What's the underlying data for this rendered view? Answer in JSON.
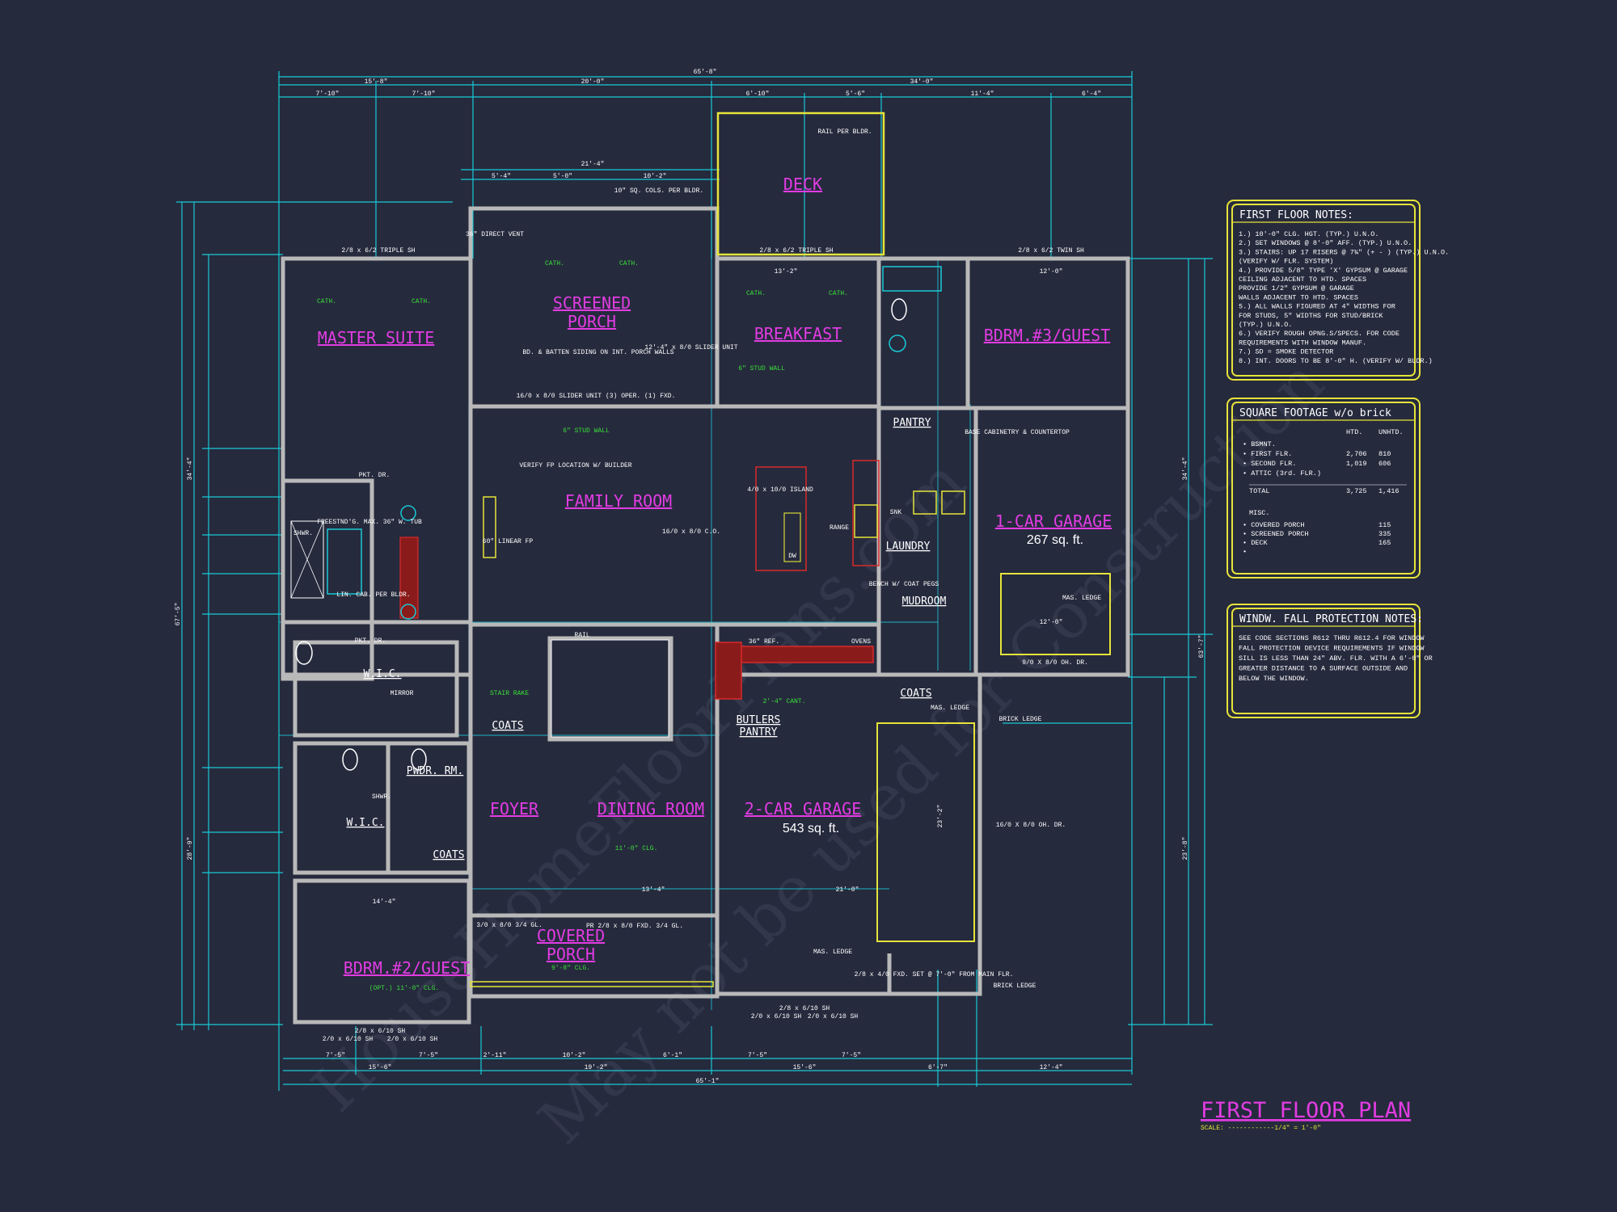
{
  "title": "FIRST FLOOR PLAN",
  "scale_label": "SCALE: ------------1/4\" = 1'-0\"",
  "watermark_1": "HouseHomeFloorPlans.com",
  "watermark_2": "May not be used for Construction",
  "rooms": {
    "master_suite": "MASTER SUITE",
    "screened_porch_1": "SCREENED",
    "screened_porch_2": "PORCH",
    "deck": "DECK",
    "breakfast": "BREAKFAST",
    "bdrm3": "BDRM.#3/GUEST",
    "family_room": "FAMILY ROOM",
    "garage1": "1-CAR GARAGE",
    "garage1_area": "267 sq. ft.",
    "garage2": "2-CAR GARAGE",
    "garage2_area": "543 sq. ft.",
    "foyer": "FOYER",
    "dining_room": "DINING ROOM",
    "covered_porch_1": "COVERED",
    "covered_porch_2": "PORCH",
    "bdrm2": "BDRM.#2/GUEST",
    "pantry": "PANTRY",
    "laundry": "LAUNDRY",
    "mudroom": "MUDROOM",
    "wic_1": "W.I.C.",
    "wic_2": "W.I.C.",
    "pwdr_rm": "PWDR. RM.",
    "coats_1": "COATS",
    "coats_2": "COATS",
    "coats_3": "COATS",
    "butlers_pantry_1": "BUTLERS",
    "butlers_pantry_2": "PANTRY"
  },
  "labels": {
    "rail_per_bldr": "RAIL PER BLDR.",
    "direct_vent": "36\" DIRECT VENT",
    "sq_cols": "10\" SQ. COLS. PER BLDR.",
    "triple_sh_1": "2/8 x 6/2 TRIPLE SH",
    "triple_sh_2": "2/8 x 6/2 TRIPLE SH",
    "twin_sh": "2/8 x 6/2 TWIN SH",
    "batten": "BD. & BATTEN SIDING ON INT. PORCH WALLS",
    "slider_unit": "16/0 x 8/0 SLIDER UNIT (3) OPER. (1) FXD.",
    "slider_8": "12'-4\" x 8/0 SLIDER UNIT",
    "stud_wall_1": "6\" STUD WALL",
    "stud_wall_2": "6\" STUD WALL",
    "verify_fp": "VERIFY FP LOCATION W/ BUILDER",
    "linear_fp": "60\" LINEAR FP",
    "island": "4/0 x 10/0 ISLAND",
    "range": "RANGE",
    "dw": "DW",
    "sink": "SNK",
    "base_cab": "BASE CABINETRY & COUNTERTOP",
    "bench": "BENCH W/ COAT PEGS",
    "ovens": "OVENS",
    "ref": "36\" REF.",
    "cant": "2'-4\" CANT.",
    "rail": "RAIL",
    "stair_rake": "STAIR RAKE",
    "mas_ledge_1": "MAS. LEDGE",
    "mas_ledge_2": "MAS. LEDGE",
    "mas_ledge_3": "MAS. LEDGE",
    "brick_ledge_1": "BRICK LEDGE",
    "brick_ledge_2": "BRICK LEDGE",
    "oh_dr_1": "9/0 X 8/0 OH. DR.",
    "oh_dr_2": "16/0 X 8/0 OH. DR.",
    "freestanding_tub": "FREESTND'G. MAX. 36\" W. TUB",
    "lin_cab": "LIN. CAB. PER BLDR.",
    "mirror": "MIRROR",
    "shwr_1": "SHWR.",
    "shwr_2": "SHWR.",
    "pkt_dr_1": "PKT. DR.",
    "pkt_dr_2": "PKT. DR.",
    "fxd_win": "2/8 x 4/0 FXD. SET @ 7'-0\" FROM MAIN FLR.",
    "porch_clg": "9'-8\" CLG.",
    "dining_clg": "11'-0\" CLG.",
    "bdrm2_clg": "(OPT.) 11'-0\" CLG.",
    "cath_1": "CATH.",
    "cath_2": "CATH.",
    "cath_3": "CATH.",
    "cath_4": "CATH.",
    "cath_5": "CATH.",
    "cath_6": "CATH.",
    "pr_fxd": "PR 2/8 x 8/0 FXD. 3/4 GL.",
    "door_3068": "3/0 x 8/0 3/4 GL.",
    "sh_1": "2/0 x 6/10 SH",
    "sh_2": "2/8 x 6/10 SH",
    "sh_3": "2/0 x 6/10 SH",
    "sh_4": "2/0 x 6/10 SH",
    "sh_5": "2/8 x 6/10 SH",
    "sh_6": "2/0 x 6/10 SH"
  },
  "dimensions": {
    "overall_top": "65'-8\"",
    "top_a": "15'-8\"",
    "top_b": "20'-0\"",
    "top_c": "34'-0\"",
    "top_d": "7'-10\"",
    "top_e": "7'-10\"",
    "top_f": "6'-10\"",
    "top_g": "5'-6\"",
    "top_h": "11'-4\"",
    "top_i": "6'-4\"",
    "porch_w": "21'-4\"",
    "porch_a": "5'-4\"",
    "porch_b": "5'-0\"",
    "porch_c": "10'-2\"",
    "overall_bottom": "65'-1\"",
    "bot_a": "15'-6\"",
    "bot_b": "19'-2\"",
    "bot_c": "15'-6\"",
    "bot_d": "6'-7\"",
    "bot_e": "12'-4\"",
    "bot_f": "7'-5\"",
    "bot_g": "7'-5\"",
    "bot_h": "2'-11\"",
    "bot_i": "10'-2\"",
    "bot_j": "6'-1\"",
    "bot_k": "7'-5\"",
    "bot_l": "7'-5\"",
    "left_overall": "67'-5\"",
    "left_a": "34'-4\"",
    "left_b": "28'-9\"",
    "right_overall": "63'-7\"",
    "right_a": "34'-4\"",
    "right_b": "23'-8\"",
    "garage_w": "21'-0\"",
    "garage_d": "23'-2\"",
    "foyer_w": "14'-4\"",
    "dining_w": "13'-4\"",
    "brk_w": "13'-2\"",
    "bd3_w": "12'-0\"",
    "fam_h": "16/0 x 8/0 C.O.",
    "g1_w": "12'-0\""
  },
  "notes_panel": {
    "title": "FIRST FLOOR NOTES:",
    "lines": [
      "1.) 10'-0\" CLG. HGT. (TYP.) U.N.O.",
      "2.) SET WINDOWS @ 8'-0\" AFF. (TYP.) U.N.O.",
      "3.) STAIRS: UP 17 RISERS @ 7¾\" (+ - ) (TYP.) U.N.O.",
      "    (VERIFY W/ FLR. SYSTEM)",
      "4.) PROVIDE 5/8\" TYPE 'X' GYPSUM @ GARAGE",
      "    CEILING ADJACENT TO HTD. SPACES",
      "    PROVIDE 1/2\" GYPSUM @ GARAGE",
      "    WALLS ADJACENT TO HTD. SPACES",
      "5.) ALL WALLS FIGURED AT 4\" WIDTHS FOR",
      "    FOR STUDS, 5\" WIDTHS FOR STUD/BRICK",
      "    (TYP.) U.N.O.",
      "6.) VERIFY ROUGH OPNG.S/SPECS. FOR CODE",
      "    REQUIREMENTS WITH WINDOW MANUF.",
      "7.) SD = SMOKE DETECTOR",
      "8.) INT. DOORS TO BE 8'-0\" H. (VERIFY W/ BLDR.)"
    ]
  },
  "sqft_panel": {
    "title": "SQUARE FOOTAGE w/o brick",
    "col_htd": "HTD.",
    "col_unhtd": "UNHTD.",
    "rows": [
      {
        "label": "• BSMNT.",
        "htd": "",
        "unhtd": ""
      },
      {
        "label": "• FIRST FLR.",
        "htd": "2,706",
        "unhtd": "810"
      },
      {
        "label": "• SECOND FLR.",
        "htd": "1,019",
        "unhtd": "606"
      },
      {
        "label": "• ATTIC (3rd. FLR.)",
        "htd": "",
        "unhtd": ""
      }
    ],
    "total_label": "TOTAL",
    "total_htd": "3,725",
    "total_unhtd": "1,416",
    "misc_label": "MISC.",
    "misc": [
      {
        "label": "• COVERED PORCH",
        "value": "115"
      },
      {
        "label": "• SCREENED PORCH",
        "value": "335"
      },
      {
        "label": "• DECK",
        "value": "165"
      },
      {
        "label": "•",
        "value": ""
      }
    ]
  },
  "window_panel": {
    "title": "WINDW. FALL PROTECTION NOTES:",
    "lines": [
      "SEE CODE SECTIONS R612 THRU R612.4 FOR WINDOW",
      "FALL PROTECTION DEVICE REQUIREMENTS IF WINDOW",
      "SILL IS LESS THAN 24\" ABV. FLR. WITH A 6'-0\" OR",
      "GREATER DISTANCE TO A SURFACE OUTSIDE AND",
      "BELOW THE WINDOW."
    ]
  },
  "colors": {
    "background": "#262a3d",
    "room_label": "#e23ce3",
    "dimension": "#18c9d6",
    "wall": "#b9b9b9",
    "panel": "#e6e43a",
    "green_note": "#38e038",
    "red_fixture": "#d82a2a"
  }
}
